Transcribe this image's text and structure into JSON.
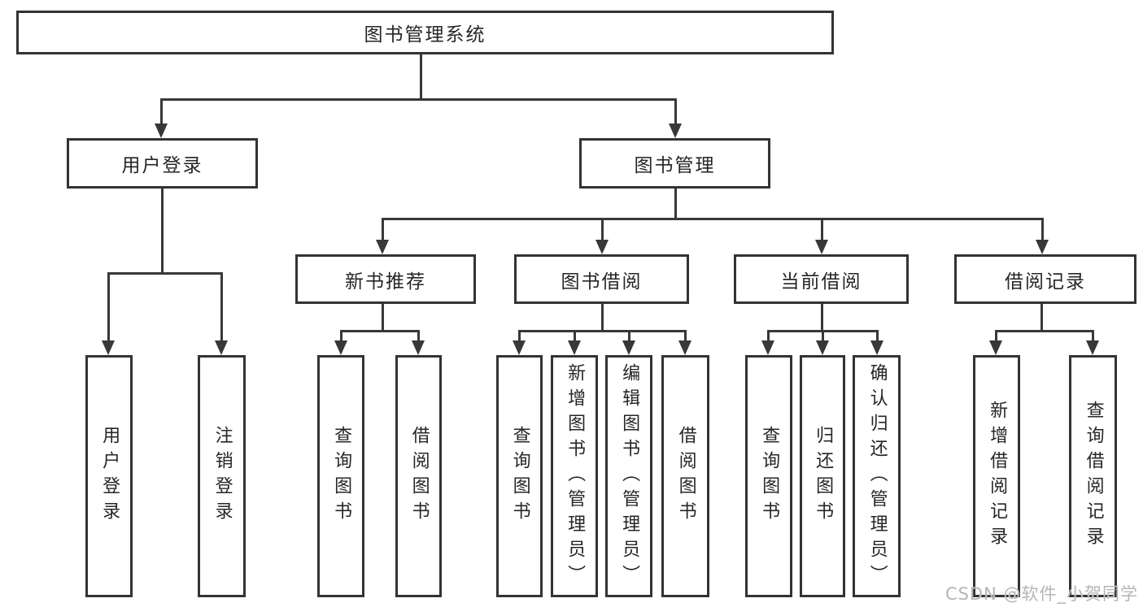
{
  "diagram": {
    "root": "图书管理系统",
    "branches": [
      {
        "label": "用户登录",
        "children": [
          "用户登录",
          "注销登录"
        ]
      },
      {
        "label": "图书管理",
        "children": [
          {
            "label": "新书推荐",
            "children": [
              "查询图书",
              "借阅图书"
            ]
          },
          {
            "label": "图书借阅",
            "children": [
              "查询图书",
              "新增图书（管理员）",
              "编辑图书（管理员）",
              "借阅图书"
            ]
          },
          {
            "label": "当前借阅",
            "children": [
              "查询图书",
              "归还图书",
              "确认归还（管理员）"
            ]
          },
          {
            "label": "借阅记录",
            "children": [
              "新增借阅记录",
              "查询借阅记录"
            ]
          }
        ]
      }
    ],
    "watermark": "CSDN @软件_小贺同学",
    "colors": {
      "line": "#383838",
      "border": "#333333",
      "text": "#262626",
      "watermark": "#b5b5b5"
    }
  }
}
